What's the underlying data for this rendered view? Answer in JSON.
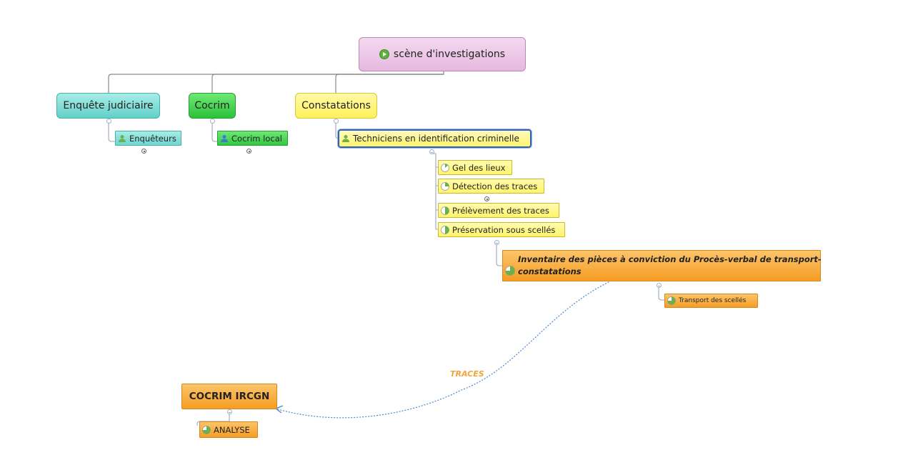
{
  "root": {
    "label": "scène d'investigations",
    "color": "#ebc3e6"
  },
  "branches": [
    {
      "label": "Enquête judiciaire",
      "color": "#7fdcd6",
      "children": [
        {
          "label": "Enquêteurs",
          "icon": "person-icon"
        }
      ]
    },
    {
      "label": "Cocrim",
      "color": "#3cd64a",
      "children": [
        {
          "label": "Cocrim local",
          "icon": "person-icon"
        }
      ]
    },
    {
      "label": "Constatations",
      "color": "#fff46a",
      "children": [
        {
          "label": "Techniciens en identification criminelle",
          "icon": "person-icon",
          "children": [
            {
              "label": "Gel des lieux",
              "icon": "progress-pie-icon",
              "progress": 0.12
            },
            {
              "label": "Détection des traces",
              "icon": "progress-pie-icon",
              "progress": 0.25
            },
            {
              "label": "Prélèvement des traces",
              "icon": "progress-pie-icon",
              "progress": 0.5
            },
            {
              "label": "Préservation sous scellés",
              "icon": "progress-pie-icon",
              "progress": 0.5
            }
          ]
        }
      ]
    }
  ],
  "inventaire": {
    "label_line1": "Inventaire des pièces à conviction du Procès-verbal de transport-",
    "label_line2": "constatations",
    "color": "#f7a93a",
    "progress": 0.75,
    "children": [
      {
        "label": "Transport des scellés",
        "progress": 0.75
      }
    ]
  },
  "cocrim_ircgn": {
    "label": "COCRIM IRCGN",
    "color": "#f7a93a",
    "children": [
      {
        "label": "ANALYSE",
        "progress": 0.75
      }
    ]
  },
  "relationship": {
    "label": "TRACES",
    "color": "#f2a43a",
    "line_color": "#4a86d4"
  },
  "colors": {
    "connector": "#8a8a8a",
    "selection": "#2f62b8",
    "sub_yellow": "#fff87a",
    "sub_teal": "#7fdcd6",
    "sub_green": "#3cd64a",
    "sub_orange": "#f7b24a"
  }
}
